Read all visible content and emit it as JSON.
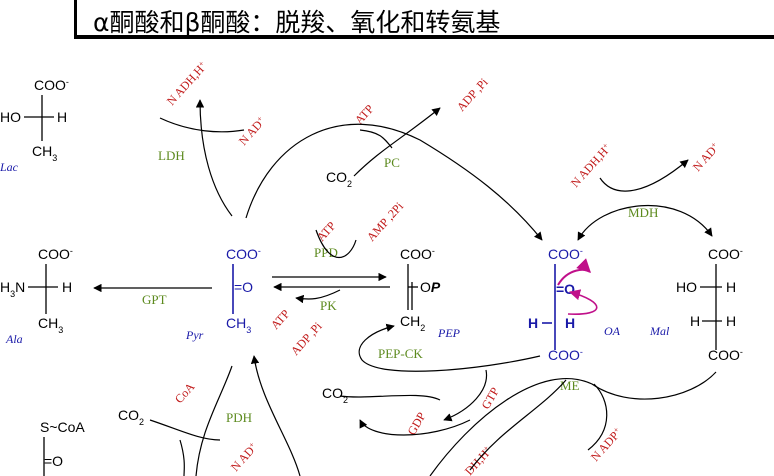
{
  "title": "α酮酸和β酮酸：脱羧、氧化和转氨基",
  "colors": {
    "blue": "#1a1aa8",
    "green": "#5c8a1e",
    "red": "#c01818",
    "magenta": "#c0108a",
    "black": "#000000"
  },
  "lactate": {
    "coo": "COO",
    "charge": "-",
    "ho": "HO",
    "h": "H",
    "ch3": "CH",
    "sub3": "3",
    "name": "Lac"
  },
  "alanine": {
    "coo": "COO",
    "charge": "-",
    "h3n": "H",
    "sub3": "3",
    "n": "N",
    "h": "H",
    "ch3": "CH",
    "name": "Ala"
  },
  "pyruvate": {
    "coo": "COO",
    "charge": "-",
    "eqo": "=O",
    "ch3": "CH",
    "sub3": "3",
    "name": "Pyr"
  },
  "pep": {
    "coo": "COO",
    "charge": "-",
    "op": "O",
    "p": "P",
    "ch2": "CH",
    "sub2": "2",
    "name": "PEP"
  },
  "oxaloacetate": {
    "coo_top": "COO",
    "charge": "-",
    "eqo": "=O",
    "h": "H",
    "h2": "H",
    "coo_bottom": "COO",
    "name": "OA"
  },
  "malate": {
    "coo_top": "COO",
    "charge": "-",
    "ho": "HO",
    "h": "H",
    "h2": "H",
    "ho2": "H",
    "coo_bottom": "COO",
    "name": "Mal"
  },
  "acetylcoa": {
    "scoa": "S~CoA",
    "eqo": "=O"
  },
  "co2_pc": {
    "co": "CO",
    "sub": "2"
  },
  "co2_pepck": {
    "co": "CO",
    "sub": "2"
  },
  "co2_pdh": {
    "co": "CO",
    "sub": "2"
  },
  "enzymes": {
    "ldh": "LDH",
    "pc": "PC",
    "mdh": "MDH",
    "ppd": "PPD",
    "pk": "PK",
    "gpt": "GPT",
    "pepck": "PEP-CK",
    "me": "ME",
    "pdh": "PDH"
  },
  "cofactors": {
    "nadh_ldh": "N ADH,H",
    "nad_ldh": "N AD",
    "atp_pc": "ATP",
    "adp_pc": "ADP ,Pi",
    "nadh_mdh": "N ADH,H",
    "nad_mdh": "N AD",
    "atp_ppd": "ATP",
    "amp_ppd": "AMP ,2Pi",
    "atp_pk": "ATP",
    "adp_pk": "ADP ,Pi",
    "gdp": "GDP",
    "gtp": "GTP",
    "coa": "CoA",
    "nad_pdh": "N AD",
    "nadp_me": "N ADP",
    "nadh_bottom": "DH,H",
    "plus": "+"
  }
}
